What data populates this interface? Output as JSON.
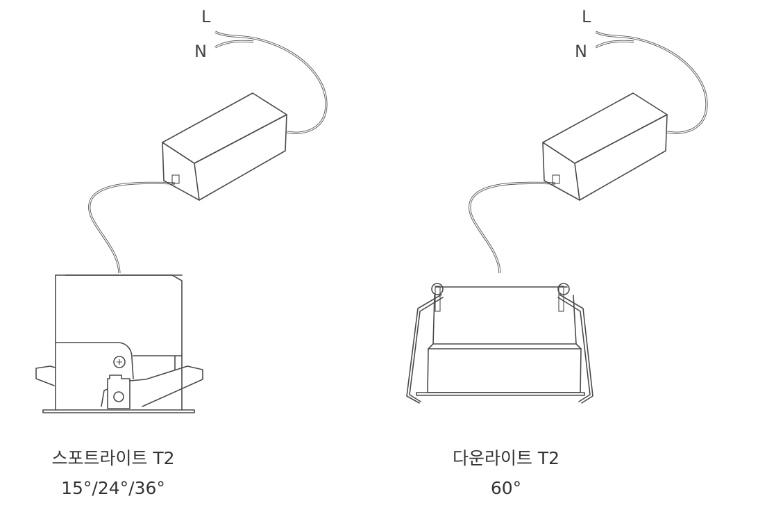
{
  "wire_labels": {
    "live": "L",
    "neutral": "N"
  },
  "products": [
    {
      "name": "스포트라이트 T2",
      "beam_angles": "15°/24°/36°"
    },
    {
      "name": "다운라이트 T2",
      "beam_angles": "60°"
    }
  ]
}
